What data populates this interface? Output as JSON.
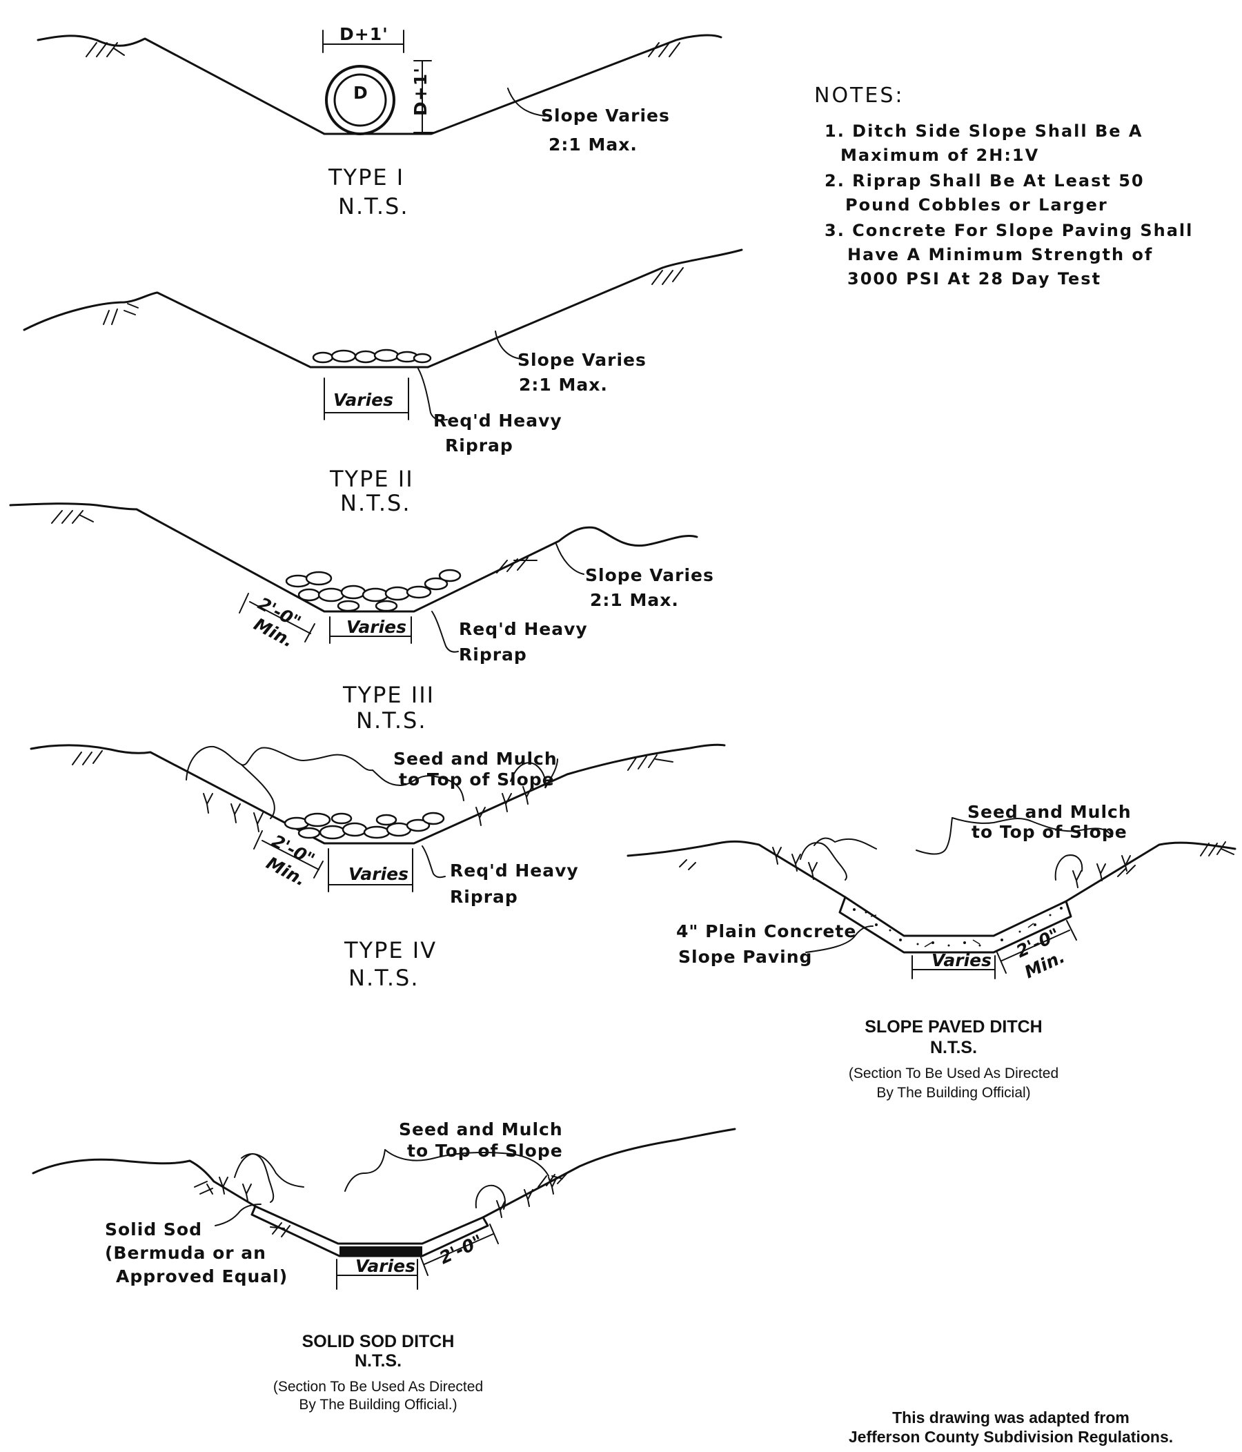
{
  "notes": {
    "heading": "NOTES:",
    "items": [
      "1. Ditch Side Slope Shall Be A",
      "Maximum of 2H:1V",
      "2. Riprap Shall Be At Least 50",
      "Pound Cobbles or Larger",
      "3. Concrete For Slope Paving Shall",
      "Have A Minimum Strength of",
      "3000 PSI At 28 Day Test"
    ]
  },
  "type1": {
    "dim_width": "D+1'",
    "dim_height": "D+1'",
    "pipe_label": "D",
    "slope_line1": "Slope Varies",
    "slope_line2": "2:1 Max.",
    "title": "TYPE I",
    "scale": "N.T.S."
  },
  "type2": {
    "slope_line1": "Slope Varies",
    "slope_line2": "2:1 Max.",
    "width": "Varies",
    "riprap_line1": "Req'd Heavy",
    "riprap_line2": "Riprap",
    "title": "TYPE II",
    "scale": "N.T.S."
  },
  "type3": {
    "slope_line1": "Slope Varies",
    "slope_line2": "2:1 Max.",
    "extent": "2'-0\"",
    "extent_min": "Min.",
    "width": "Varies",
    "riprap_line1": "Req'd Heavy",
    "riprap_line2": "Riprap",
    "title": "TYPE III",
    "scale": "N.T.S."
  },
  "type4": {
    "seed_line1": "Seed and Mulch",
    "seed_line2": "to Top of Slope",
    "extent": "2'-0\"",
    "extent_min": "Min.",
    "width": "Varies",
    "riprap_line1": "Req'd Heavy",
    "riprap_line2": "Riprap",
    "title": "TYPE IV",
    "scale": "N.T.S."
  },
  "slope_paved": {
    "seed_line1": "Seed and Mulch",
    "seed_line2": "to Top of Slope",
    "concrete_line1": "4\" Plain Concrete",
    "concrete_line2": "Slope Paving",
    "width": "Varies",
    "extent": "2'-0\"",
    "extent_min": "Min.",
    "title": "SLOPE PAVED DITCH",
    "scale": "N.T.S.",
    "remark_line1": "(Section To Be Used As Directed",
    "remark_line2": "By The Building Official)"
  },
  "solid_sod": {
    "seed_line1": "Seed and Mulch",
    "seed_line2": "to Top of Slope",
    "sod_line1": "Solid Sod",
    "sod_line2": "(Bermuda or an",
    "sod_line3": "Approved Equal)",
    "width": "Varies",
    "extent": "2'-0\"",
    "title": "SOLID SOD DITCH",
    "scale": "N.T.S.",
    "remark_line1": "(Section To Be Used As Directed",
    "remark_line2": "By The Building Official.)"
  },
  "credit": {
    "line1": "This drawing was adapted from",
    "line2": "Jefferson County Subdivision Regulations."
  }
}
